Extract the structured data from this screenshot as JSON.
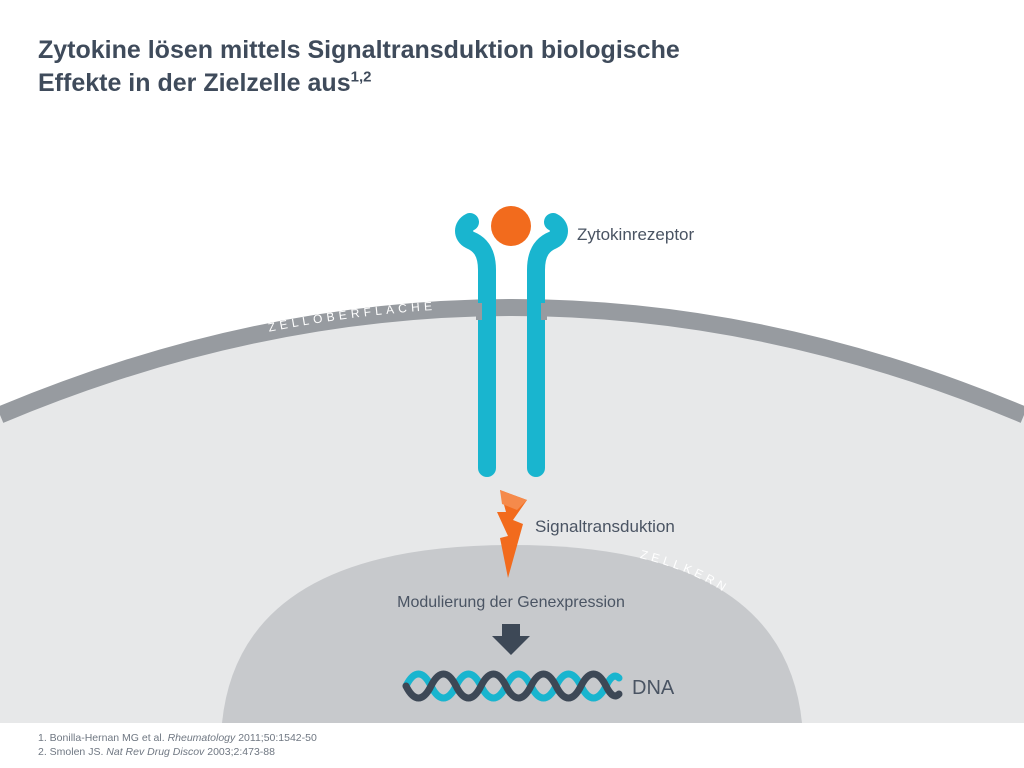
{
  "slide": {
    "title_line1": "Zytokine lösen mittels Signaltransduktion biologische",
    "title_line2": "Effekte in der Zielzelle aus",
    "title_sup": "1,2"
  },
  "diagram": {
    "receptor_label": "Zytokinrezeptor",
    "signal_label": "Signaltransduktion",
    "gene_label": "Modulierung der Genexpression",
    "dna_label": "DNA",
    "cell_surface_label": "ZELLOBERFLÄCHE",
    "nucleus_label": "ZELLKERN"
  },
  "references": [
    {
      "prefix": "1. Bonilla-Hernan MG et al. ",
      "journal": "Rheumatology",
      "suffix": " 2011;50:1542-50"
    },
    {
      "prefix": "2. Smolen JS. ",
      "journal": "Nat Rev Drug Discov",
      "suffix": " 2003;2:473-88"
    }
  ],
  "colors": {
    "title": "#3f4b5b",
    "receptor": "#19b5cf",
    "cytokine": "#f26b1d",
    "membrane": "#979ba0",
    "cytoplasm": "#e7e8e9",
    "nucleus": "#c7c9cc",
    "dna_dark": "#3d4856",
    "dna_light": "#19b5cf"
  },
  "icons": [
    "cytokine-circle",
    "lightning-bolt-icon",
    "down-arrow-icon",
    "dna-helix-icon"
  ]
}
